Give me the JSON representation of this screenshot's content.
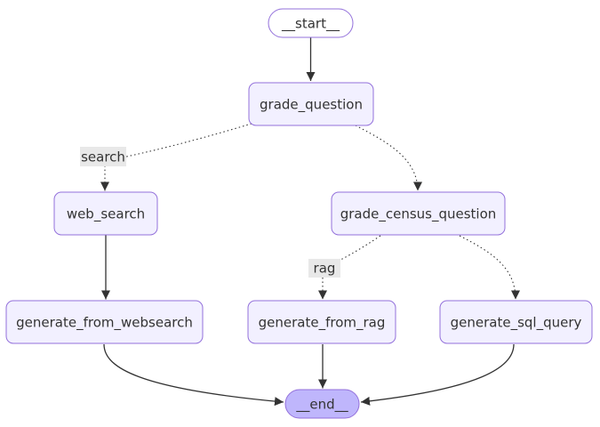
{
  "diagram": {
    "type": "flowchart",
    "nodes": {
      "start": {
        "label": "__start__",
        "shape": "stadium"
      },
      "grade_question": {
        "label": "grade_question",
        "shape": "rect"
      },
      "web_search": {
        "label": "web_search",
        "shape": "rect"
      },
      "grade_census_question": {
        "label": "grade_census_question",
        "shape": "rect"
      },
      "generate_from_websearch": {
        "label": "generate_from_websearch",
        "shape": "rect"
      },
      "generate_from_rag": {
        "label": "generate_from_rag",
        "shape": "rect"
      },
      "generate_sql_query": {
        "label": "generate_sql_query",
        "shape": "rect"
      },
      "end": {
        "label": "__end__",
        "shape": "stadium"
      }
    },
    "edge_labels": {
      "search": "search",
      "rag": "rag"
    },
    "edges": [
      {
        "from": "__start__",
        "to": "grade_question",
        "style": "solid",
        "label": ""
      },
      {
        "from": "grade_question",
        "to": "web_search",
        "style": "dotted",
        "label": "search"
      },
      {
        "from": "grade_question",
        "to": "grade_census_question",
        "style": "dotted",
        "label": ""
      },
      {
        "from": "web_search",
        "to": "generate_from_websearch",
        "style": "solid",
        "label": ""
      },
      {
        "from": "grade_census_question",
        "to": "generate_from_rag",
        "style": "dotted",
        "label": "rag"
      },
      {
        "from": "grade_census_question",
        "to": "generate_sql_query",
        "style": "dotted",
        "label": ""
      },
      {
        "from": "generate_from_websearch",
        "to": "__end__",
        "style": "solid",
        "label": ""
      },
      {
        "from": "generate_from_rag",
        "to": "__end__",
        "style": "solid",
        "label": ""
      },
      {
        "from": "generate_sql_query",
        "to": "__end__",
        "style": "solid",
        "label": ""
      }
    ],
    "colors": {
      "node_fill": "#f2f0ff",
      "node_border": "#9370db",
      "start_fill": "#ffffff",
      "end_fill": "#bfb6fc",
      "edge_stroke": "#333333",
      "edge_label_bg": "#e8e8e8",
      "text": "#333333",
      "background": "#ffffff"
    }
  }
}
